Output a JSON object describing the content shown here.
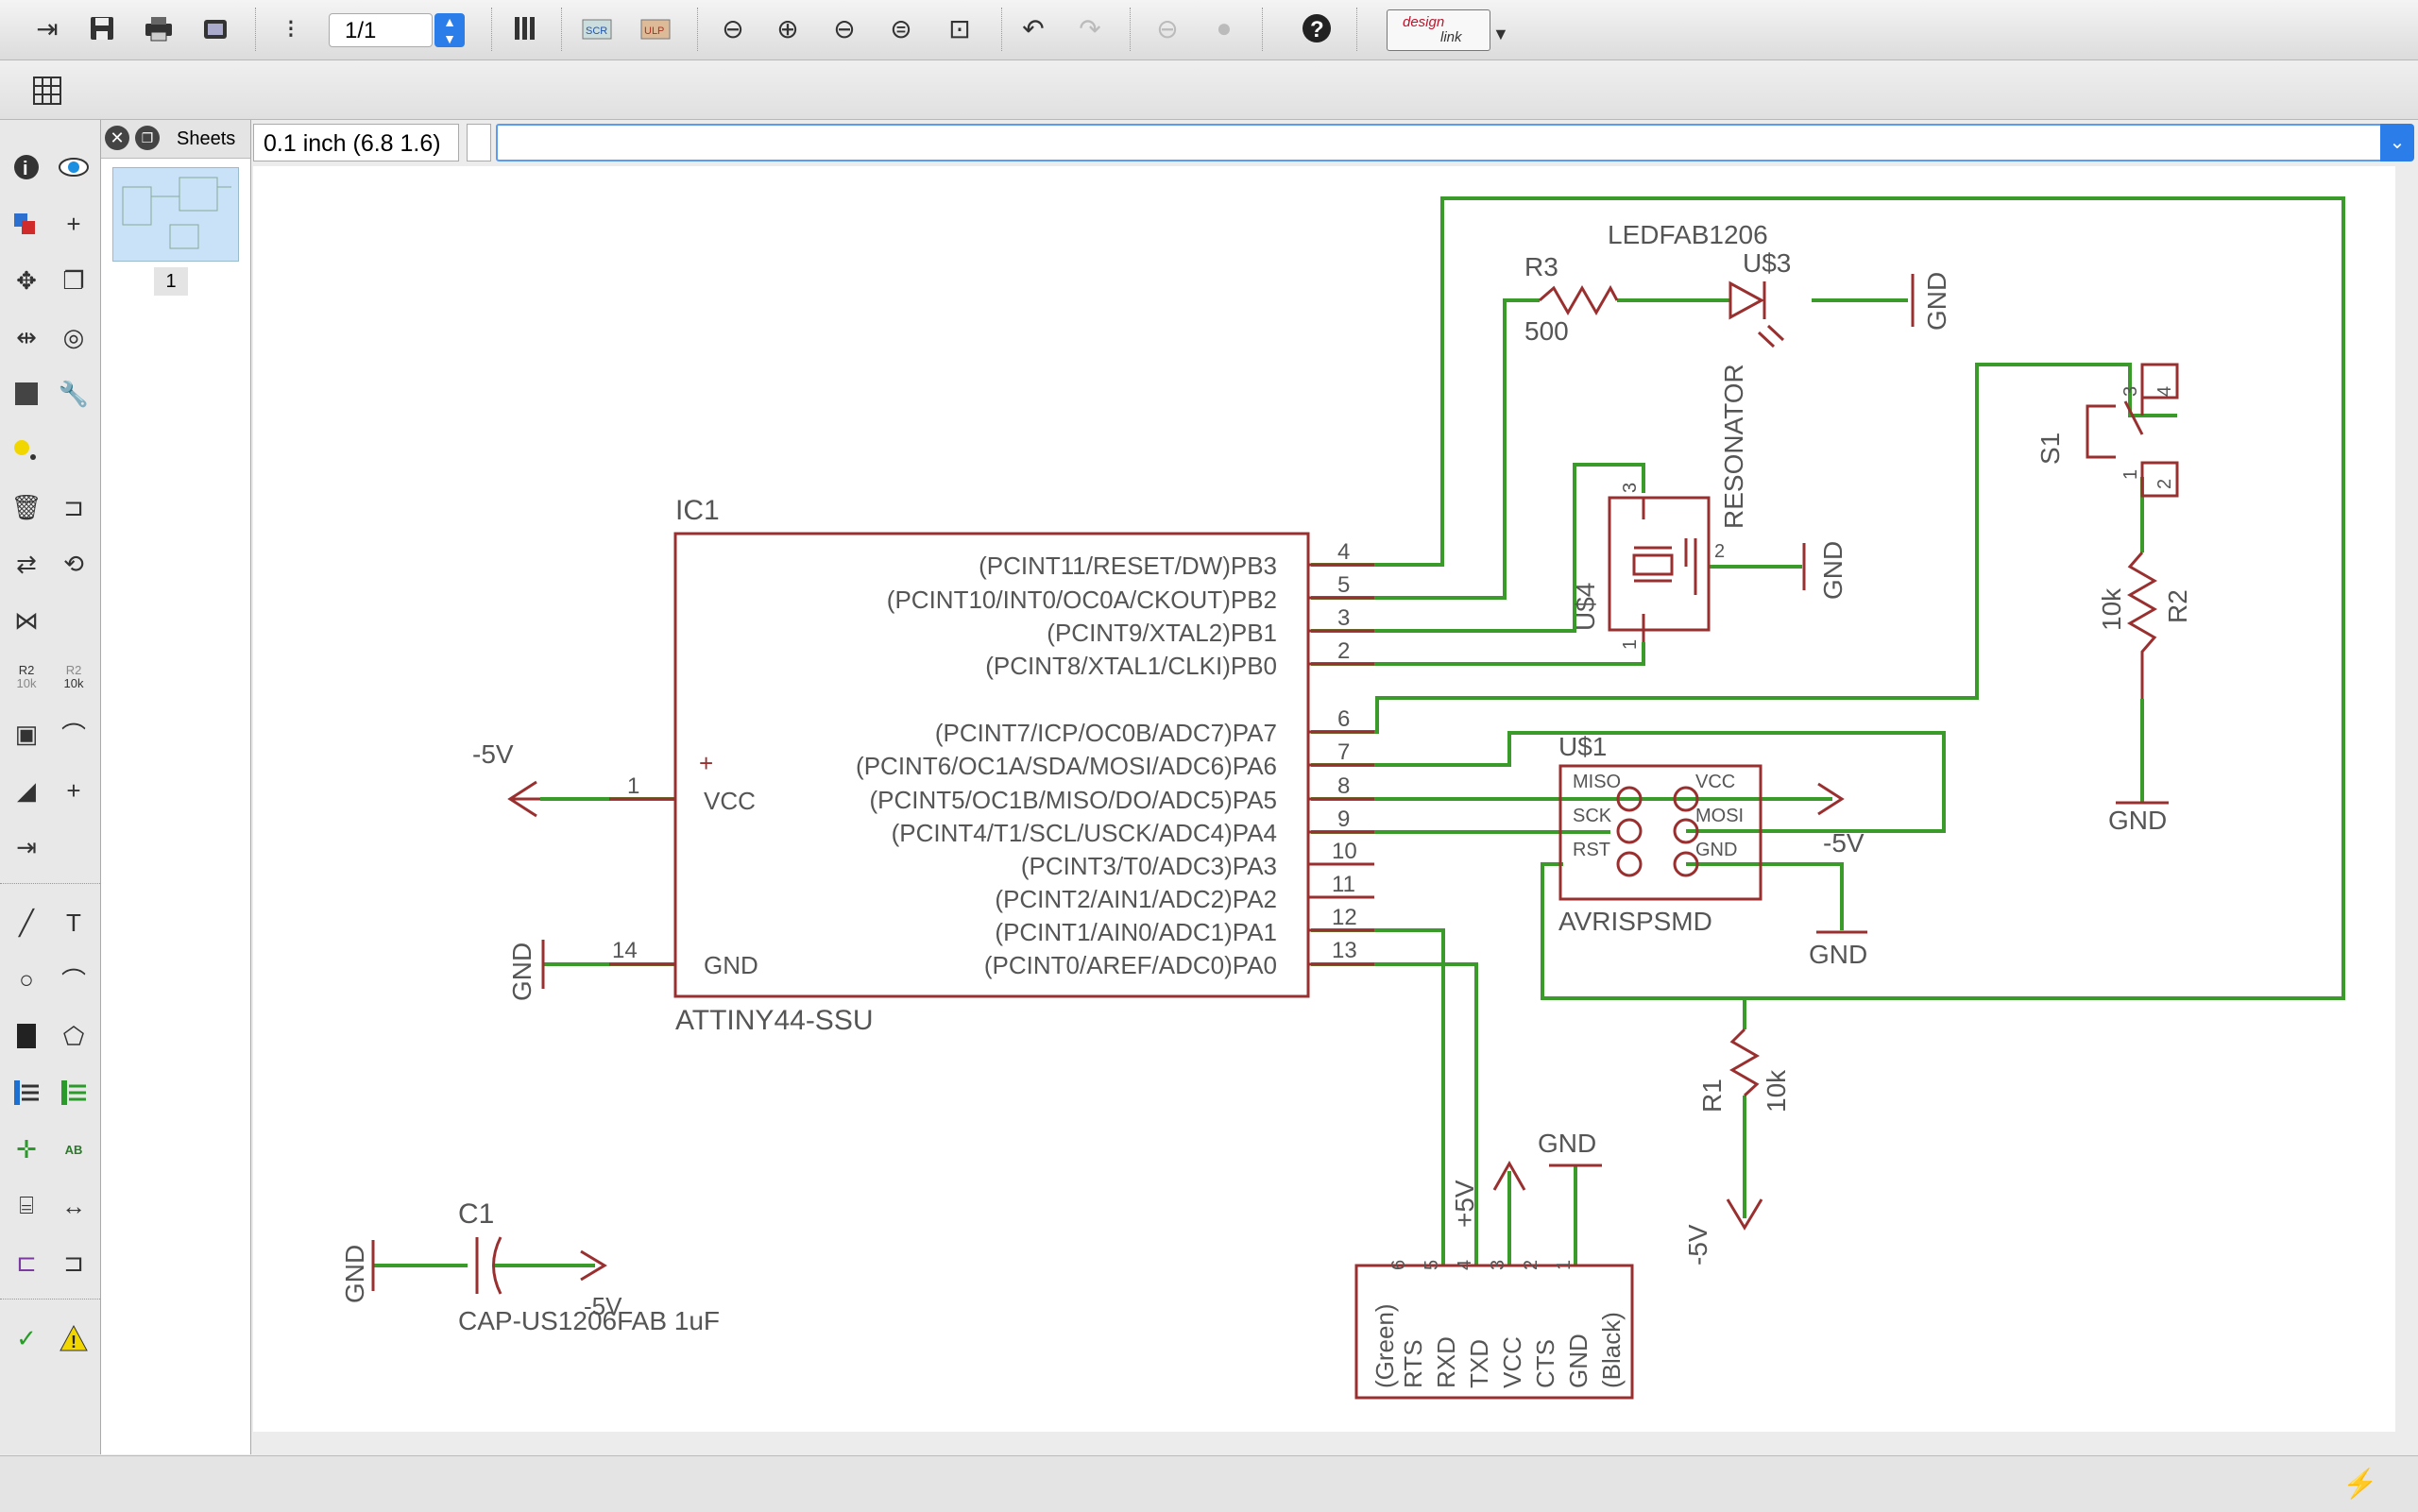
{
  "toolbar": {
    "sheet_value": "1/1",
    "designlink_top": "design",
    "designlink_bottom": "link",
    "scr_label": "SCR",
    "ulp_label": "ULP"
  },
  "left_tools": {
    "r2_label": "R2",
    "r2_value": "10k",
    "ab_label": "AB",
    "text_tool": "T"
  },
  "sheets": {
    "label": "Sheets",
    "page_number": "1"
  },
  "grid_readout": "0.1 inch (6.8 1.6)",
  "command_value": "",
  "schematic": {
    "ic1_name": "IC1",
    "ic1_value": "ATTINY44-SSU",
    "ic1_pins_right": [
      {
        "label": "(PCINT11/RESET/DW)PB3",
        "num": "4"
      },
      {
        "label": "(PCINT10/INT0/OC0A/CKOUT)PB2",
        "num": "5"
      },
      {
        "label": "(PCINT9/XTAL2)PB1",
        "num": "3"
      },
      {
        "label": "(PCINT8/XTAL1/CLKI)PB0",
        "num": "2"
      },
      {
        "label": "(PCINT7/ICP/OC0B/ADC7)PA7",
        "num": "6"
      },
      {
        "label": "(PCINT6/OC1A/SDA/MOSI/ADC6)PA6",
        "num": "7"
      },
      {
        "label": "(PCINT5/OC1B/MISO/DO/ADC5)PA5",
        "num": "8"
      },
      {
        "label": "(PCINT4/T1/SCL/USCK/ADC4)PA4",
        "num": "9"
      },
      {
        "label": "(PCINT3/T0/ADC3)PA3",
        "num": "10"
      },
      {
        "label": "(PCINT2/AIN1/ADC2)PA2",
        "num": "11"
      },
      {
        "label": "(PCINT1/AIN0/ADC1)PA1",
        "num": "12"
      },
      {
        "label": "(PCINT0/AREF/ADC0)PA0",
        "num": "13"
      }
    ],
    "ic1_vcc_label": "VCC",
    "ic1_vcc_pin": "1",
    "ic1_plus": "+",
    "ic1_gnd_label": "GND",
    "ic1_gnd_pin": "14",
    "neg5v": "-5V",
    "pos5v": "+5V",
    "gnd": "GND",
    "r3_name": "R3",
    "r3_value": "500",
    "led_value": "LEDFAB1206",
    "led_name": "U$3",
    "resonator_value": "RESONATOR",
    "resonator_name": "U$4",
    "res_pin1": "1",
    "res_pin2": "2",
    "res_pin3": "3",
    "s1_name": "S1",
    "s1_pins": [
      "1",
      "2",
      "3",
      "4"
    ],
    "r2_name": "R2",
    "r2_value": "10k",
    "avr_name": "U$1",
    "avr_value": "AVRISPSMD",
    "avr_pins": [
      "MISO",
      "VCC",
      "SCK",
      "MOSI",
      "RST",
      "GND"
    ],
    "r1_name": "R1",
    "r1_value": "10k",
    "c1_name": "C1",
    "c1_value": "CAP-US1206FAB 1uF",
    "ftdi_pins": [
      "6",
      "5",
      "4",
      "3",
      "2",
      "1"
    ],
    "ftdi_labels": [
      "(Green)",
      "RTS",
      "RXD",
      "TXD",
      "VCC",
      "CTS",
      "GND",
      "(Black)"
    ]
  },
  "colors": {
    "wire": "#3a9a2a",
    "symbol": "#9a2f2f",
    "text": "#555555",
    "accent": "#2b7de9"
  }
}
